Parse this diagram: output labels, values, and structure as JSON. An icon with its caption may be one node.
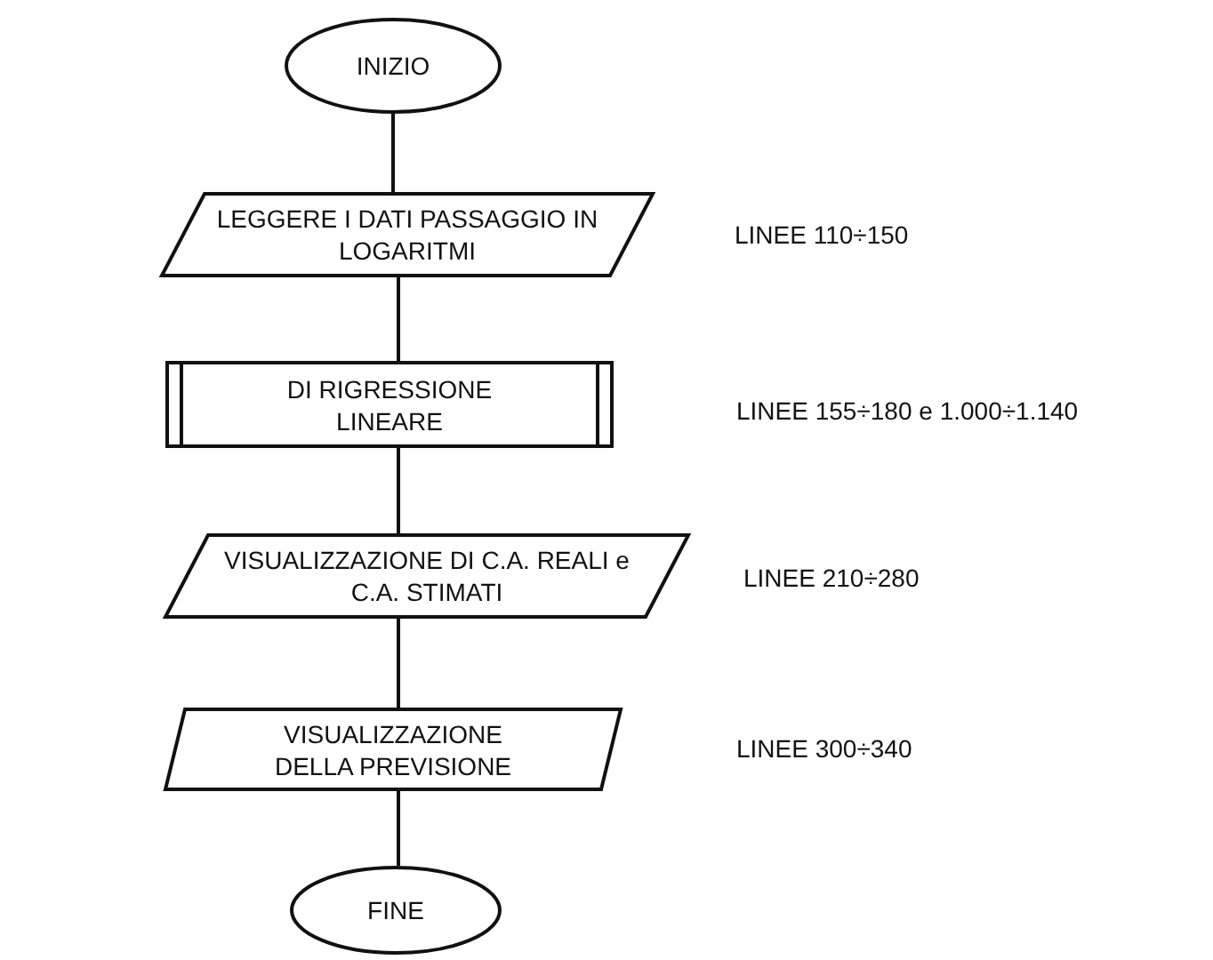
{
  "diagram": {
    "nodes": [
      {
        "text": [
          "INIZIO"
        ]
      },
      {
        "text": [
          "LEGGERE I DATI PASSAGGIO IN LOGARITMI"
        ]
      },
      {
        "text": [
          "DI RIGRESSIONE LINEARE"
        ]
      },
      {
        "text": [
          "VISUALIZZAZIONE DI C.A. REALI e C.A. STIMATI"
        ]
      },
      {
        "text": [
          "VISUALIZZAZIONE DELLA PREVISIONE"
        ]
      },
      {
        "text": [
          "FINE"
        ]
      }
    ],
    "edges": [
      {
        "from": 0,
        "to": 1,
        "arrow": "none"
      },
      {
        "from": 1,
        "to": 2,
        "arrow": "none"
      },
      {
        "from": 2,
        "to": 3,
        "arrow": "none"
      },
      {
        "from": 3,
        "to": 4,
        "arrow": "none"
      },
      {
        "from": 4,
        "to": 5,
        "arrow": "none"
      }
    ],
    "labels": [
      "LINEE 110÷150",
      "LINEE 155÷180 e 1.000÷1.140",
      "LINEE 210÷280",
      "LINEE 300÷340"
    ]
  }
}
